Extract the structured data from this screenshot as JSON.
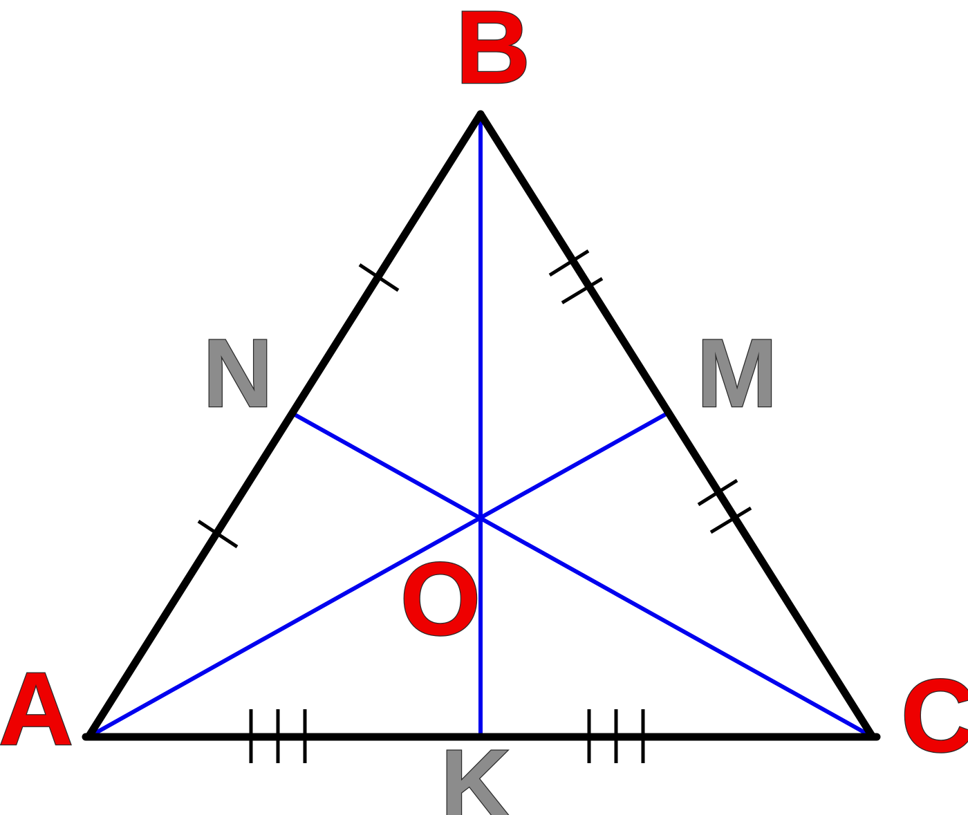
{
  "labels": {
    "A": "A",
    "B": "B",
    "C": "C",
    "N": "N",
    "M": "M",
    "K": "K",
    "O": "O"
  },
  "colors": {
    "vertex_label": "#ee0000",
    "midpoint_label": "#8c8c8c",
    "median": "#0000ee",
    "side": "#000000"
  }
}
